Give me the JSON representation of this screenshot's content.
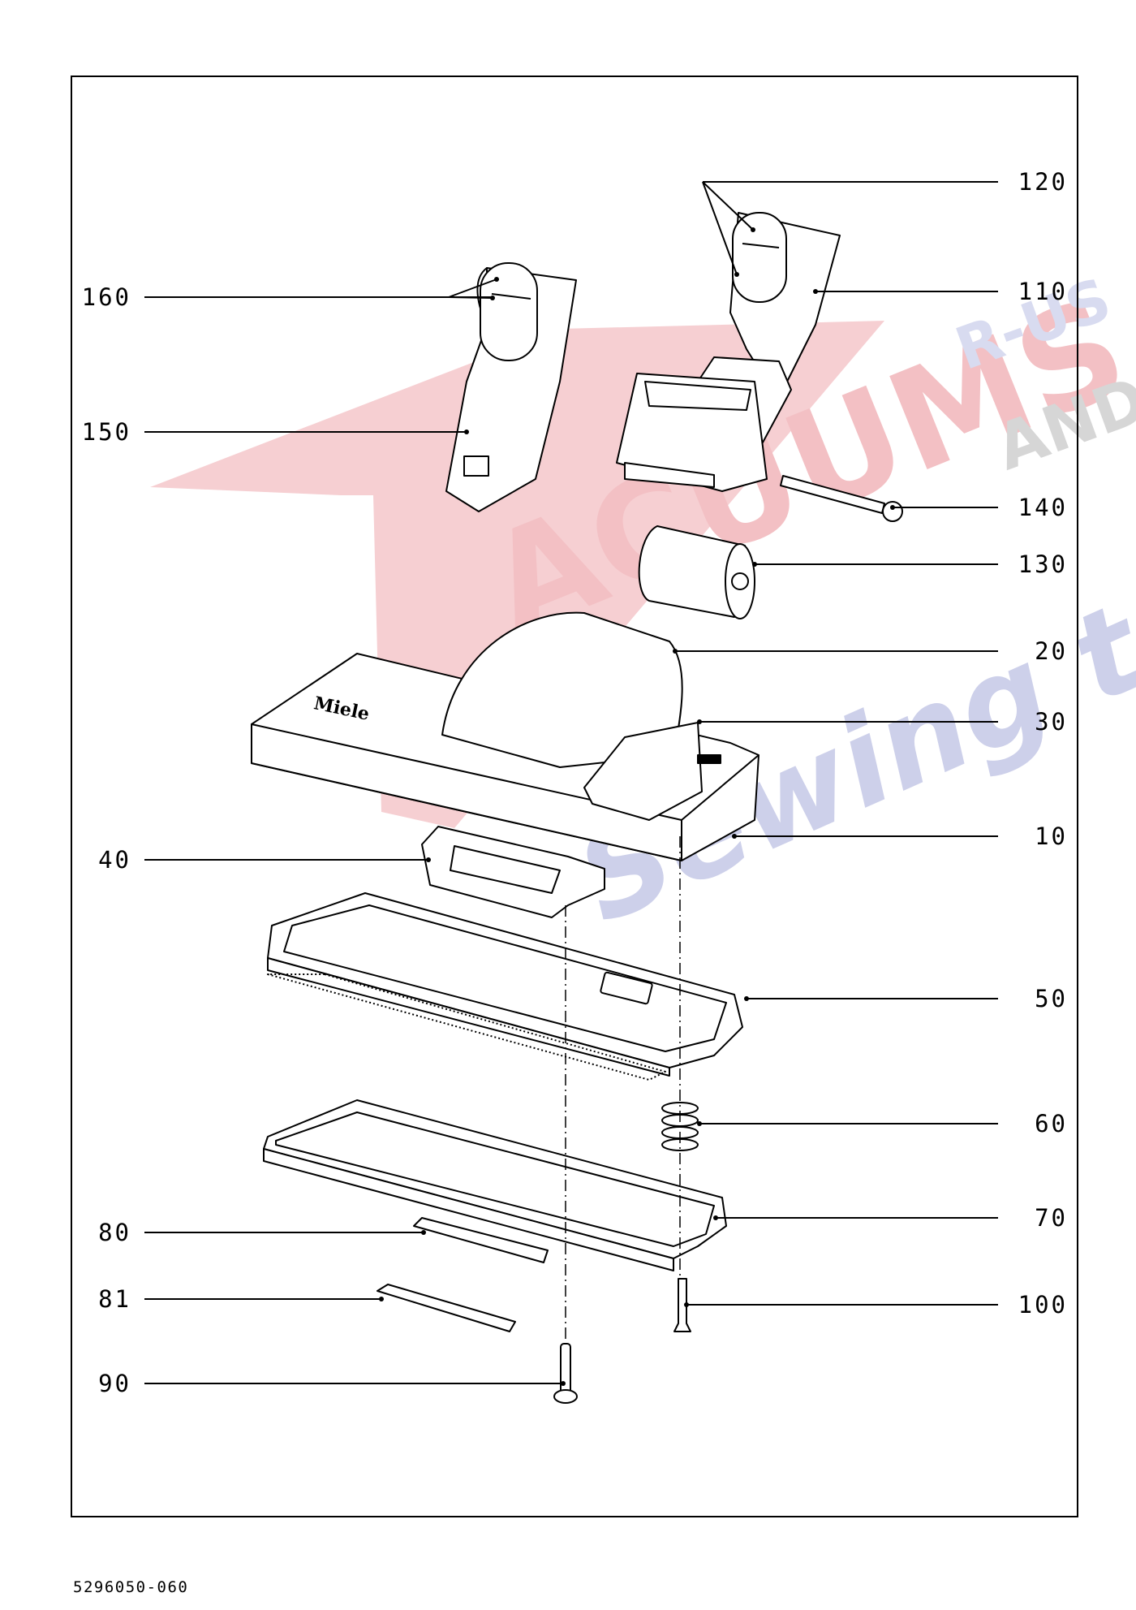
{
  "diagram": {
    "title": "",
    "document_number": "5296050-060",
    "brand_mark": "Miele",
    "watermark": {
      "word1": "ACUUMS",
      "word2": "R-US",
      "word3": "AND",
      "word4": "Sewing too",
      "colors": {
        "red": "#f4c4c8",
        "blue": "#c9cbe6",
        "gray": "#d4d4d4"
      }
    },
    "callouts_left": [
      {
        "id": "160",
        "label": "160"
      },
      {
        "id": "150",
        "label": "150"
      },
      {
        "id": "40",
        "label": "40"
      },
      {
        "id": "80",
        "label": "80"
      },
      {
        "id": "81",
        "label": "81"
      },
      {
        "id": "90",
        "label": "90"
      }
    ],
    "callouts_right": [
      {
        "id": "120",
        "label": "120"
      },
      {
        "id": "110",
        "label": "110"
      },
      {
        "id": "140",
        "label": "140"
      },
      {
        "id": "130",
        "label": "130"
      },
      {
        "id": "20",
        "label": "20"
      },
      {
        "id": "30",
        "label": "30"
      },
      {
        "id": "10",
        "label": "10"
      },
      {
        "id": "50",
        "label": "50"
      },
      {
        "id": "60",
        "label": "60"
      },
      {
        "id": "70",
        "label": "70"
      },
      {
        "id": "100",
        "label": "100"
      }
    ]
  }
}
